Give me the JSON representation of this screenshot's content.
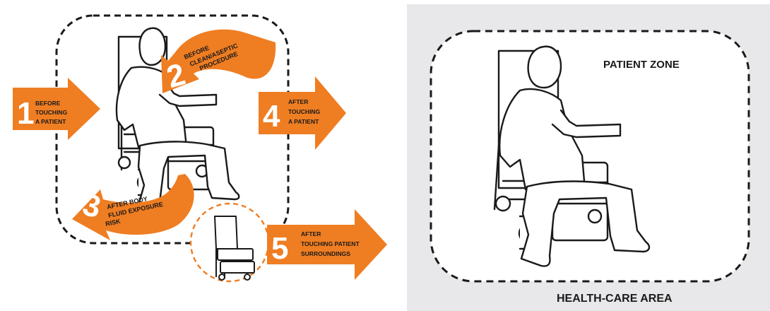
{
  "colors": {
    "accent": "#ef7d22",
    "outline": "#1a1a1a",
    "right_background": "#e8e8ea"
  },
  "moments": [
    {
      "number": "1",
      "lines": [
        "BEFORE",
        "TOUCHING",
        "A PATIENT"
      ]
    },
    {
      "number": "2",
      "lines": [
        "BEFORE",
        "CLEAN/ASEPTIC",
        "PROCEDURE"
      ]
    },
    {
      "number": "3",
      "lines": [
        "AFTER BODY",
        "FLUID EXPOSURE",
        "RISK"
      ]
    },
    {
      "number": "4",
      "lines": [
        "AFTER",
        "TOUCHING",
        "A PATIENT"
      ]
    },
    {
      "number": "5",
      "lines": [
        "AFTER",
        "TOUCHING PATIENT",
        "SURROUNDINGS"
      ]
    }
  ],
  "zones": {
    "patient_zone": "PATIENT ZONE",
    "health_care_area": "HEALTH-CARE AREA"
  },
  "icons": [
    "seated-patient-icon",
    "wheelchair-icon",
    "commode-chair-icon"
  ]
}
